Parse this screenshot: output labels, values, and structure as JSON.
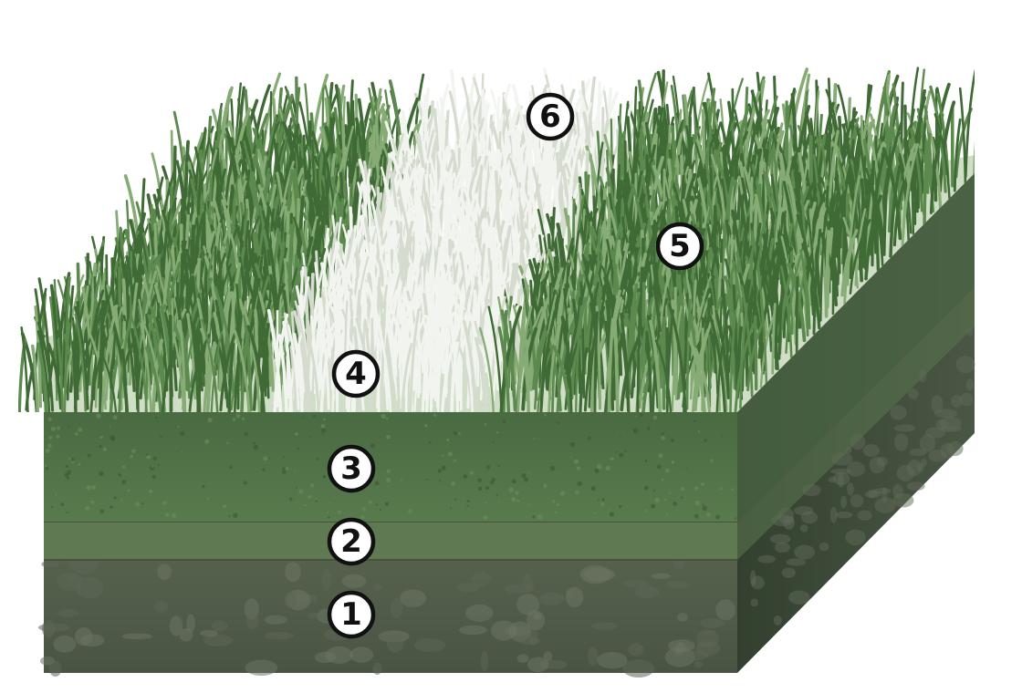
{
  "colors": {
    "background": "#ffffff",
    "grass_dark": "#3f6a35",
    "grass_mid": "#5c8a4e",
    "grass_light": "#86ab74",
    "white_line": "#f2f5ef",
    "layer3_fill": "#4d6b45",
    "layer2_fill": "#607a52",
    "layer1_fill": "#4e5a48",
    "side_dark": "#3b4636",
    "stone": "#6b7463"
  },
  "icons": {
    "grass": "grass-blades-icon",
    "soil": "soil-stones-icon"
  },
  "labels": [
    {
      "id": "1",
      "text": "1"
    },
    {
      "id": "2",
      "text": "2"
    },
    {
      "id": "3",
      "text": "3"
    },
    {
      "id": "4",
      "text": "4"
    },
    {
      "id": "5",
      "text": "5"
    },
    {
      "id": "6",
      "text": "6"
    }
  ]
}
